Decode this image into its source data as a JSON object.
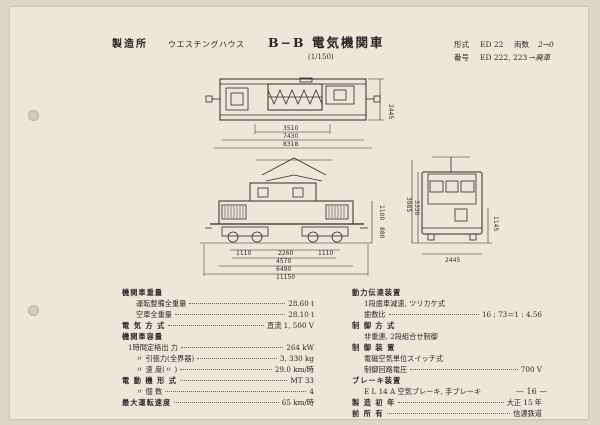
{
  "header": {
    "maker_label": "製造所",
    "maker_value": "ウエスチングハウス",
    "title": "B−B 電気機関車",
    "scale": "(1/150)",
    "model_label": "形式",
    "model_value": "ED 22",
    "count_label": "両数",
    "count_value": "2→0",
    "number_label": "番号",
    "number_value": "ED 222, 223",
    "number_note": "→廃車"
  },
  "drawing": {
    "plan_dims": [
      "3510",
      "7430",
      "8318"
    ],
    "plan_height": "2445",
    "side_dims": [
      "1110",
      "2260",
      "1110",
      "4570",
      "6490",
      "11150"
    ],
    "side_heights": [
      "1100",
      "880"
    ],
    "end_heights": [
      "3985",
      "3330",
      "1145"
    ],
    "end_width": "2445"
  },
  "left_specs": [
    {
      "label": "機関車重量",
      "value": "",
      "head": true
    },
    {
      "label": "運転整備全重量",
      "value": "28.60 t"
    },
    {
      "label": "空車全重量",
      "value": "28.10 t"
    },
    {
      "label": "電 気 方 式",
      "value": "直流 1, 500 V",
      "head": true
    },
    {
      "label": "機関車容量",
      "value": "",
      "head": true
    },
    {
      "label": "1時間定格出 力",
      "value": "264 kW"
    },
    {
      "label": "〃 引張力(全界器)",
      "value": "3, 330 kg"
    },
    {
      "label": "〃 速 度(〃 )",
      "value": "29.0 km/時"
    },
    {
      "label": "電 動 機 形 式",
      "value": "MT 33"
    },
    {
      "label": "〃 個 数",
      "value": "4"
    },
    {
      "label": "最大運転速度",
      "value": "65 km/時"
    }
  ],
  "right_specs": [
    {
      "label": "動力伝達装置",
      "value": "",
      "head": true
    },
    {
      "label": "1段歯車減速, ツリカケ式",
      "value": ""
    },
    {
      "label": "歯数比",
      "value": "16 ; 73＝1 : 4.56"
    },
    {
      "label": "制 御 方 式",
      "value": "",
      "head": true
    },
    {
      "label": "非重連, 2段組合せ制御",
      "value": ""
    },
    {
      "label": "制 御 装 置",
      "value": "",
      "head": true
    },
    {
      "label": "電磁空気単位スイッチ式",
      "value": ""
    },
    {
      "label": "制御回路電圧",
      "value": "700 V"
    },
    {
      "label": "ブレーキ装置",
      "value": "",
      "head": true
    },
    {
      "label": "E L 14 A 空気ブレーキ, 手ブレーキ",
      "value": ""
    },
    {
      "label": "製 造 初 年",
      "value": "大正 15 年",
      "head": true
    },
    {
      "label": "前 所 有",
      "value": "信濃鉄道",
      "head": true
    }
  ],
  "page_number": "— 16 —"
}
